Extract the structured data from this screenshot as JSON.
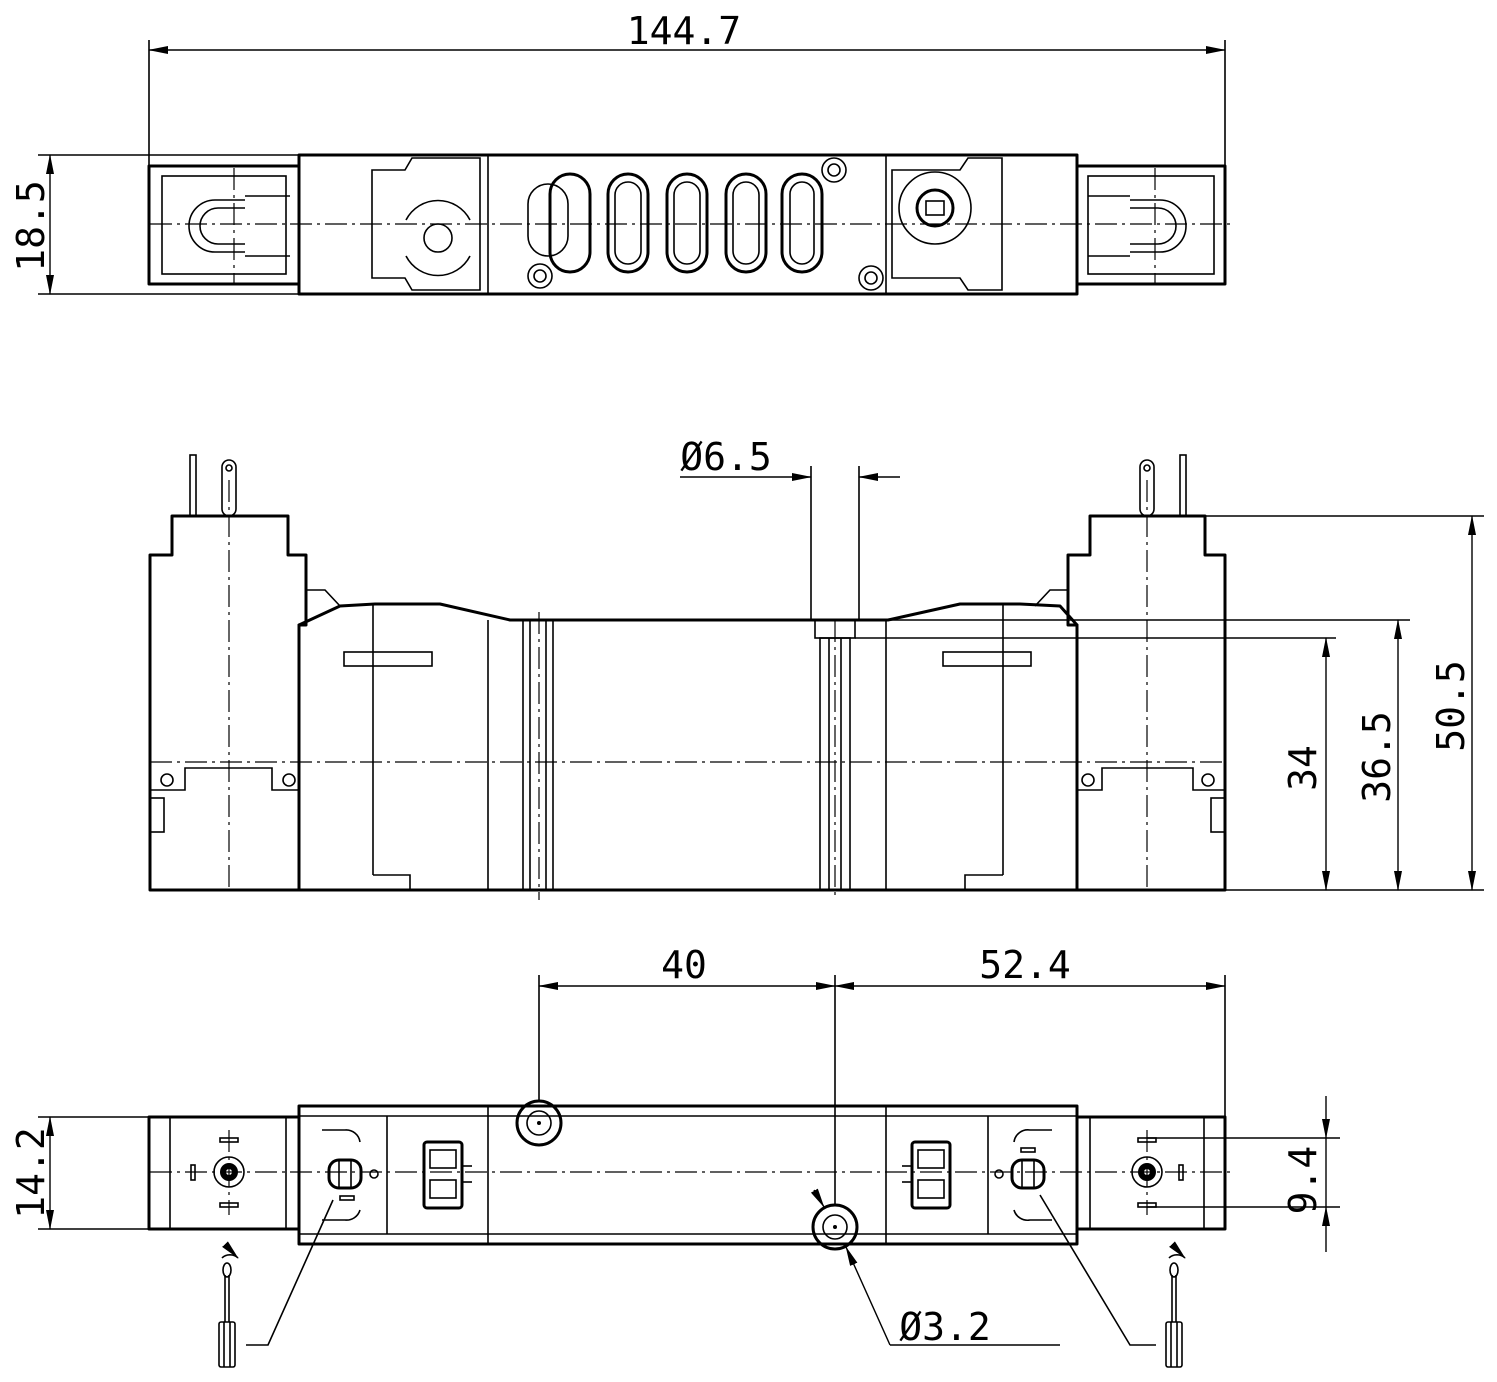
{
  "dimensions": {
    "overall_length": "144.7",
    "top_height": "18.5",
    "pilot_hole_dia": "Ø6.5",
    "height_34": "34",
    "height_36_5": "36.5",
    "height_50_5": "50.5",
    "hole_spacing": "40",
    "hole_to_end": "52.4",
    "bottom_width": "14.2",
    "center_offset": "9.4",
    "mount_hole_dia": "Ø3.2"
  }
}
